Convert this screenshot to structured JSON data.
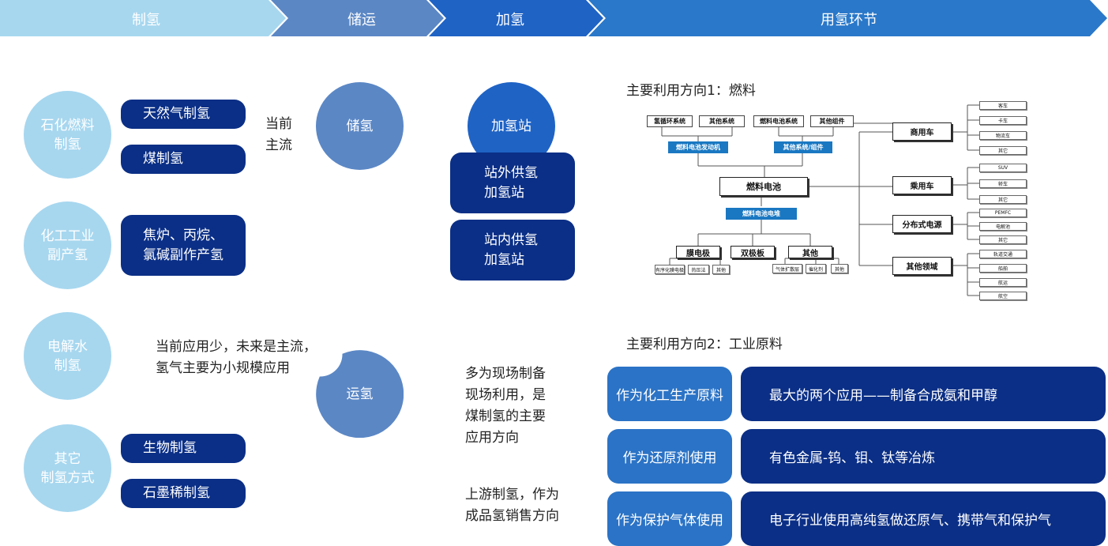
{
  "header": {
    "stages": [
      "制氢",
      "储运",
      "加氢",
      "用氢环节"
    ],
    "colors": [
      "#a7d7ef",
      "#5b87c5",
      "#1f63c5",
      "#2a78c9"
    ]
  },
  "production": {
    "categories": [
      {
        "label": "石化燃料\n制氢",
        "items": [
          "天然气制氢",
          "煤制氢"
        ]
      },
      {
        "label": "化工工业\n副产氢",
        "items": [
          "焦炉、丙烷、\n氯碱副作产氢"
        ]
      },
      {
        "label": "电解水\n制氢",
        "items": []
      },
      {
        "label": "其它\n制氢方式",
        "items": [
          "生物制氢",
          "石墨稀制氢"
        ]
      }
    ],
    "note_current": "当前\n主流",
    "note_electrolysis": "当前应用少，未来是主流，\n氢气主要为小规模应用"
  },
  "storage": {
    "store_label": "储氢",
    "transport_label": "运氢"
  },
  "refuel": {
    "station_label": "加氢站",
    "types": [
      "站外供氢\n加氢站",
      "站内供氢\n加氢站"
    ],
    "note_onsite": "多为现场制备\n现场利用，是\n煤制氢的主要\n应用方向",
    "note_upstream": "上游制氢，作为\n成品氢销售方向"
  },
  "usage": {
    "dir1_title": "主要利用方向1：燃料",
    "dir2_title": "主要利用方向2：工业原料",
    "fuel_diagram": {
      "top_boxes": [
        "氢循环系统",
        "其他系统",
        "燃料电池系统",
        "其他组件"
      ],
      "blue_boxes": [
        "燃料电池发动机",
        "其他系统/组件"
      ],
      "core": "燃料电池",
      "stack": "燃料电池电堆",
      "components": [
        "膜电极",
        "双极板",
        "其他"
      ],
      "sub_components": [
        "有序化膜电极",
        "热压法",
        "其他",
        "气体扩散层",
        "催化剂",
        "其他"
      ],
      "categories": [
        {
          "name": "商用车",
          "leaves": [
            "客车",
            "卡车",
            "物流车",
            "其它"
          ]
        },
        {
          "name": "乘用车",
          "leaves": [
            "SUV",
            "轿车",
            "其它"
          ]
        },
        {
          "name": "分布式电源",
          "leaves": [
            "PEMFC",
            "电解池",
            "其它"
          ]
        },
        {
          "name": "其他领域",
          "leaves": [
            "轨道交通",
            "船舶",
            "航运",
            "航空"
          ]
        }
      ]
    },
    "industrial": [
      {
        "use": "作为化工生产原料",
        "desc": "最大的两个应用——制备合成氨和甲醇"
      },
      {
        "use": "作为还原剂使用",
        "desc": "有色金属-钨、钼、钛等冶炼"
      },
      {
        "use": "作为保护气体使用",
        "desc": "电子行业使用高纯氢做还原气、携带气和保护气"
      }
    ]
  }
}
